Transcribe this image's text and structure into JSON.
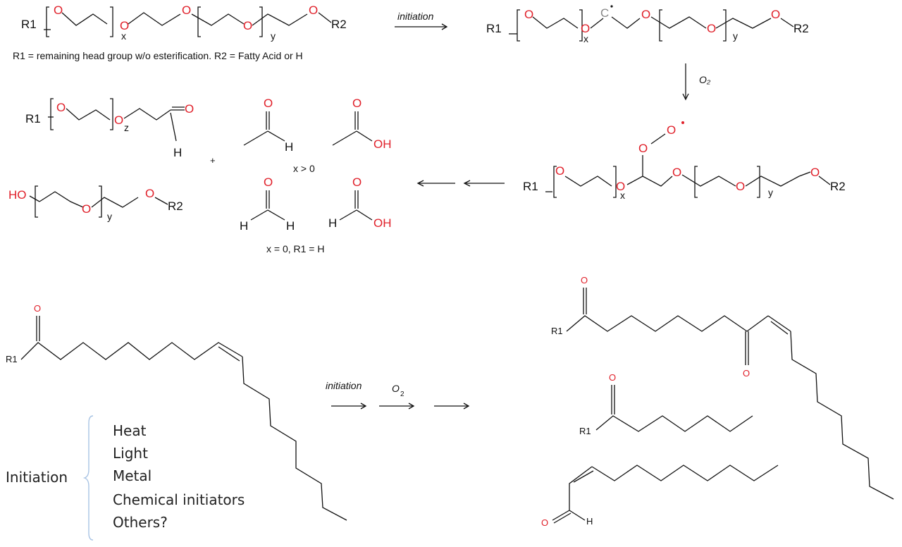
{
  "labels": {
    "r1": "R1",
    "r2": "R2",
    "o": "O",
    "x": "x",
    "y": "y",
    "z": "z",
    "c": "C",
    "h": "H",
    "oh": "OH",
    "ho": "HO",
    "plus": "+"
  },
  "text": {
    "initiation": "initiation",
    "o2": "O₂",
    "o2_italic": "O",
    "o2_sub": "2",
    "legend": "R1 = remaining head group w/o esterification.  R2 = Fatty Acid or H",
    "x_gt_0": "x > 0",
    "x_eq_0": "x = 0, R1 = H",
    "initiation_label": "Initiation",
    "initiators": [
      "Heat",
      "Light",
      "Metal",
      "Chemical initiators",
      "Others?"
    ]
  },
  "colors": {
    "bond": "#111111",
    "oxygen": "#e0202a",
    "brace": "#a9c4e4",
    "radical_c": "#888888"
  }
}
